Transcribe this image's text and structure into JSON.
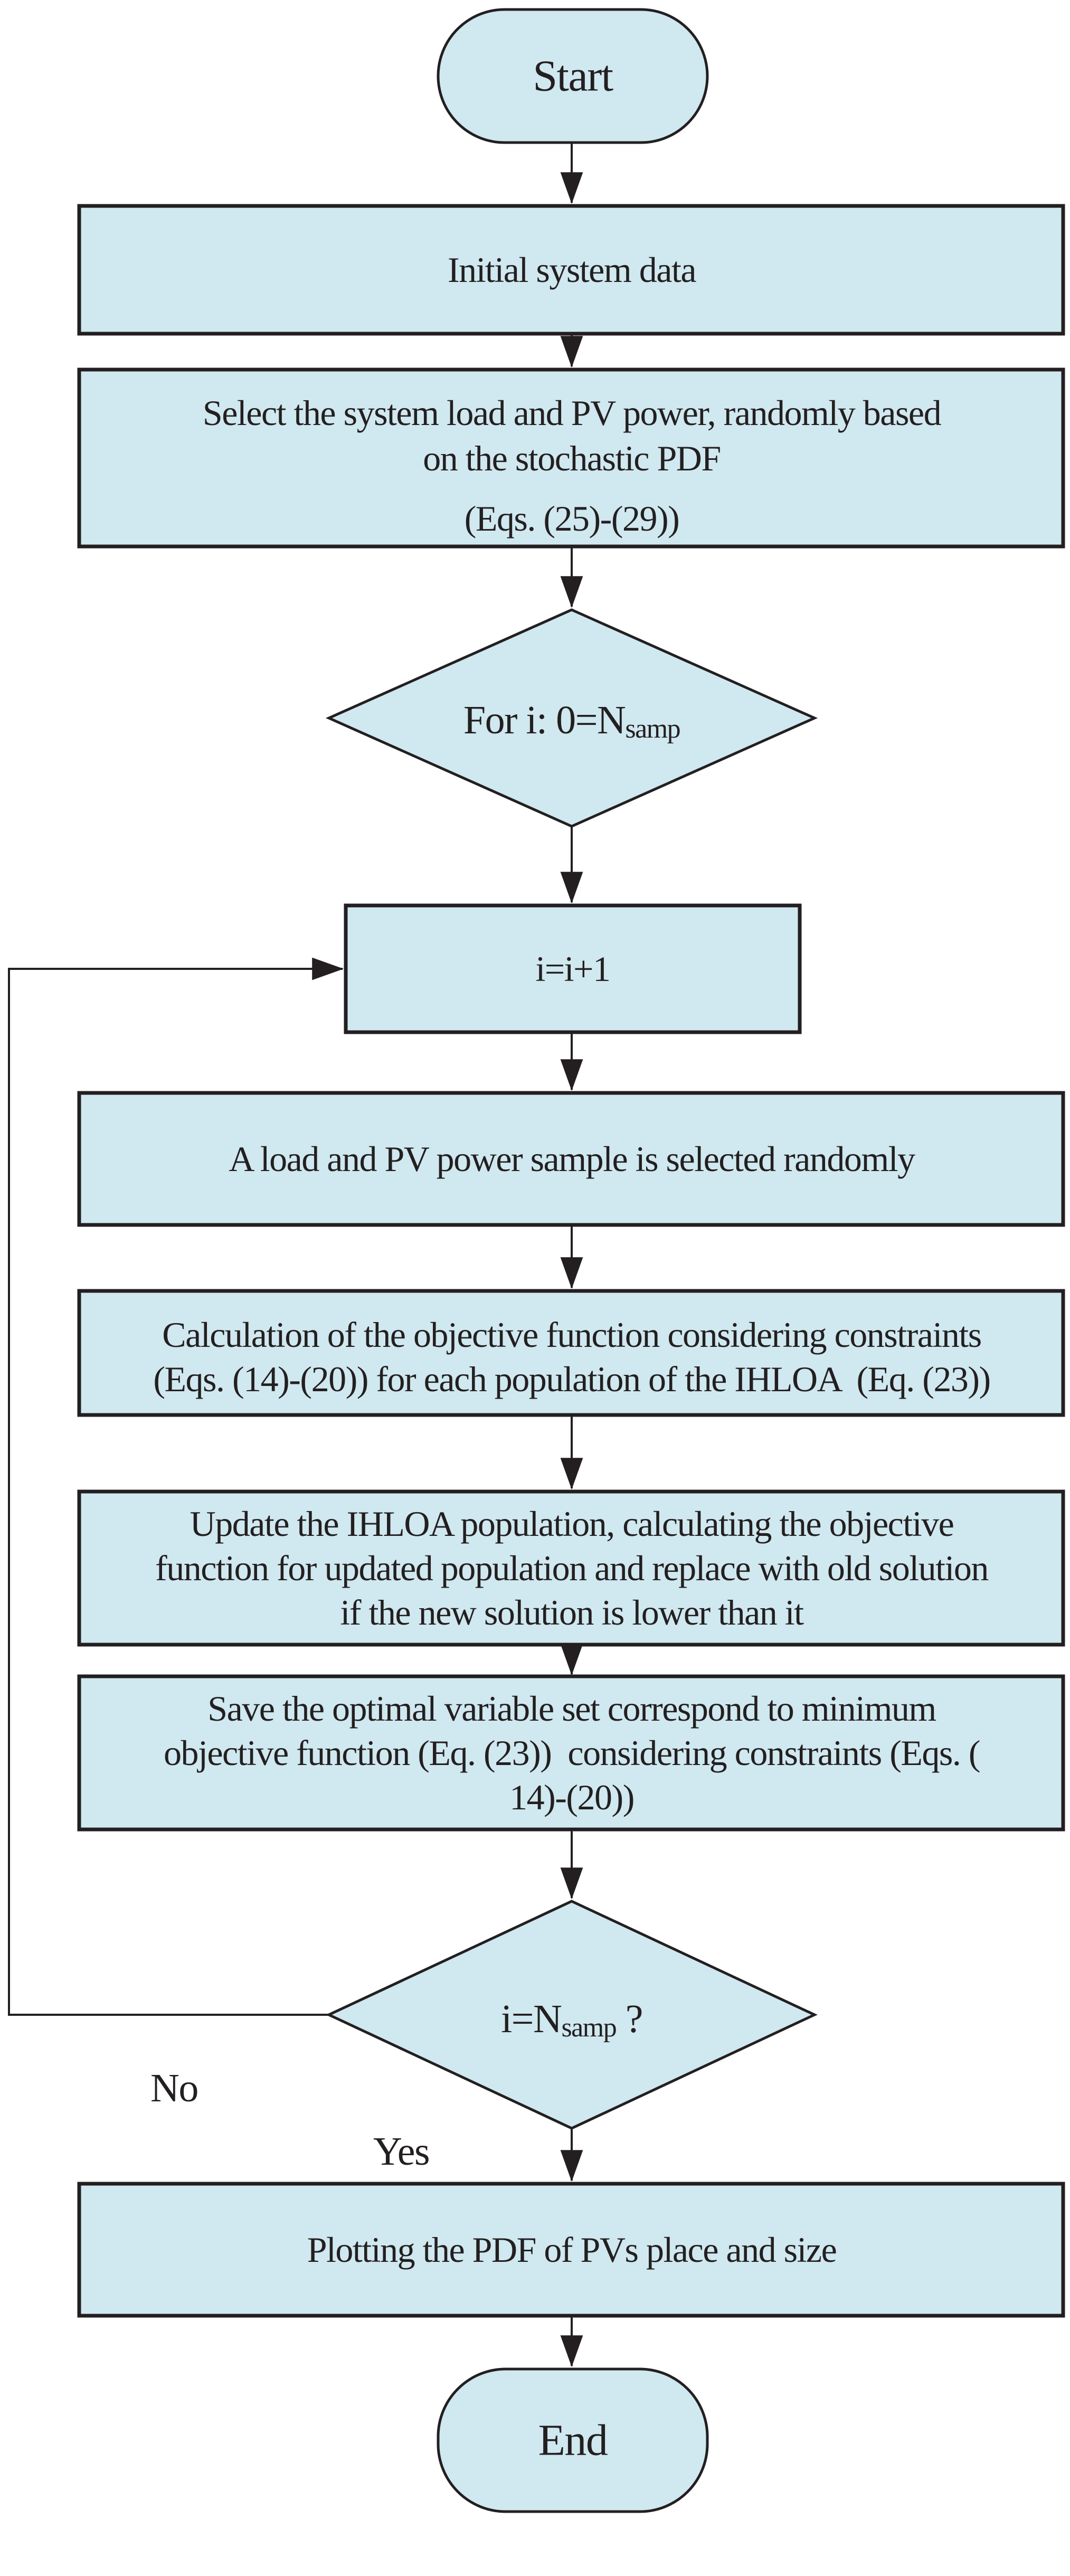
{
  "diagram": {
    "type": "flowchart",
    "colors": {
      "node_fill": "#d0e8ef",
      "node_stroke": "#231f20",
      "arrow": "#231f20",
      "background": "#ffffff"
    },
    "nodes": {
      "start": {
        "shape": "terminator",
        "label": "Start"
      },
      "initial_data": {
        "shape": "process",
        "label": "Initial system data"
      },
      "select_load": {
        "shape": "process",
        "line1": "Select the system load and PV power, randomly based",
        "line2": "on the stochastic PDF",
        "line3": "(Eqs. (25)-(29))"
      },
      "for_loop": {
        "shape": "decision",
        "prefix": "For i: 0=N",
        "sub": "samp"
      },
      "increment": {
        "shape": "process",
        "label": "i=i+1"
      },
      "sample_select": {
        "shape": "process",
        "label": "A load and PV power sample is selected randomly"
      },
      "calc_objective": {
        "shape": "process",
        "line1": "Calculation of the objective function considering constraints",
        "line2": "(Eqs. (14)-(20)) for each population of the IHLOA  (Eq. (23))"
      },
      "update_population": {
        "shape": "process",
        "line1": "Update the IHLOA population, calculating the objective",
        "line2": "function for updated population and replace with old solution",
        "line3": "if the new solution is lower than it"
      },
      "save_optimal": {
        "shape": "process",
        "line1": "Save the optimal variable set correspond to minimum",
        "line2": "objective function (Eq. (23))  considering constraints (Eqs. (",
        "line3": "14)-(20))"
      },
      "check_end": {
        "shape": "decision",
        "prefix": "i=N",
        "sub": "samp",
        "suffix": " ?"
      },
      "plot_pdf": {
        "shape": "process",
        "label": "Plotting the PDF of PVs place and size"
      },
      "end": {
        "shape": "terminator",
        "label": "End"
      }
    },
    "edges": {
      "no_label": "No",
      "yes_label": "Yes"
    }
  }
}
